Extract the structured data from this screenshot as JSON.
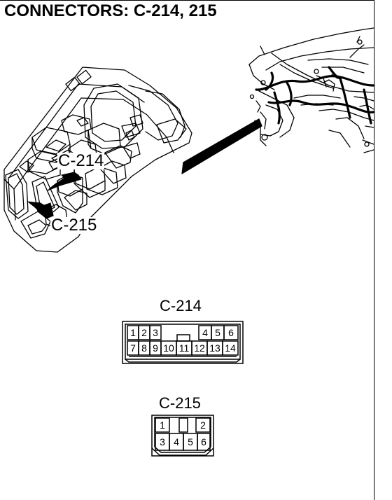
{
  "page": {
    "title": "CONNECTORS: C-214, 215"
  },
  "callouts": {
    "c214": "C-214",
    "c215": "C-215"
  },
  "connectors": {
    "c214": {
      "label": "C-214",
      "pins_top": [
        "1",
        "2",
        "3",
        "4",
        "5",
        "6"
      ],
      "pins_bottom": [
        "7",
        "8",
        "9",
        "10",
        "11",
        "12",
        "13",
        "14"
      ]
    },
    "c215": {
      "label": "C-215",
      "pins_top": [
        "1",
        "2"
      ],
      "pins_bottom": [
        "3",
        "4",
        "5",
        "6"
      ]
    }
  },
  "icons": {
    "fuse-block": "fuse-block-illustration",
    "dashboard": "dashboard-illustration",
    "leader": "leader-arrow"
  }
}
